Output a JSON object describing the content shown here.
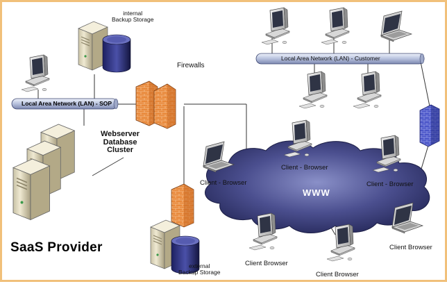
{
  "title": "SaaS Provider",
  "labels": {
    "internal_storage": "internal\nBackup Storage",
    "firewalls": "Firewalls",
    "lan_sop": "Local Area Network (LAN) - SOP",
    "lan_customer": "Local Area Network (LAN) - Customer",
    "cluster": "Webserver\nDatabase\nCluster",
    "www": "WWW",
    "external_storage": "external\nBackup Storage",
    "client_browser_dash": "Client - Browser",
    "client_browser": "Client Browser"
  },
  "icons": [
    "desktop-computer-icon",
    "laptop-icon",
    "server-icon",
    "disk-storage-icon",
    "firewall-icon",
    "cloud-icon"
  ],
  "colors": {
    "frame": "#f1c07a",
    "cloud": "#2f3266",
    "lan_bar": "#c9d2e8",
    "firewall": "#e8883a",
    "firewall_blue": "#4a55c8"
  }
}
